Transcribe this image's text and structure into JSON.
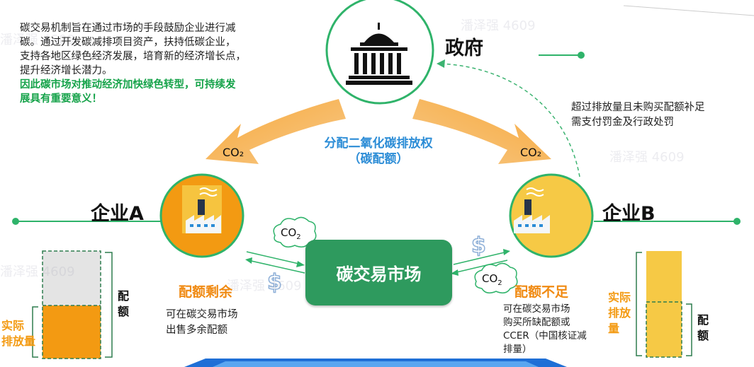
{
  "intro": {
    "line1": "碳交易机制旨在通过市场的手段鼓励企业进行减",
    "line2": "碳。通过开发碳减排项目资产，扶持低碳企业，",
    "line3": "支持各地区绿色经济发展，培育新的经济增长点，",
    "line4": "提升经济增长潜力。",
    "conclusion1": "因此碳市场对推动经济加快绿色转型，可持续发",
    "conclusion2": "展具有重要意义！"
  },
  "government": {
    "label": "政府"
  },
  "penalty": {
    "line1": "超过排放量且未购买配额补足",
    "line2": "需支付罚金及行政处罚"
  },
  "allocation": {
    "line1": "分配二氧化碳排放权",
    "line2": "（碳配额）"
  },
  "co2": "CO₂",
  "co2_plain": "CO",
  "co2_sub": "2",
  "company_a": {
    "label": "企业A",
    "status": "配额剩余",
    "desc1": "可在碳交易市场",
    "desc2": "出售多余配额"
  },
  "company_b": {
    "label": "企业B",
    "status": "配额不足",
    "desc1": "可在碳交易市场",
    "desc2": "购买所缺配额或",
    "desc3": "CCER（中国核证减",
    "desc4": "排量）"
  },
  "market": {
    "label": "碳交易市场"
  },
  "bar_labels": {
    "quota_1": "配",
    "quota_2": "额",
    "actual_1": "实际",
    "actual_2": "排放量",
    "actual_b1": "实际",
    "actual_b2": "排放",
    "actual_b3": "量"
  },
  "watermark": "潘泽强 4609",
  "colors": {
    "orange": "#f39a12",
    "yellow": "#f6c945",
    "green": "#2e9a5e",
    "blue": "#2b8cd6",
    "line_green": "#2fb36a"
  }
}
